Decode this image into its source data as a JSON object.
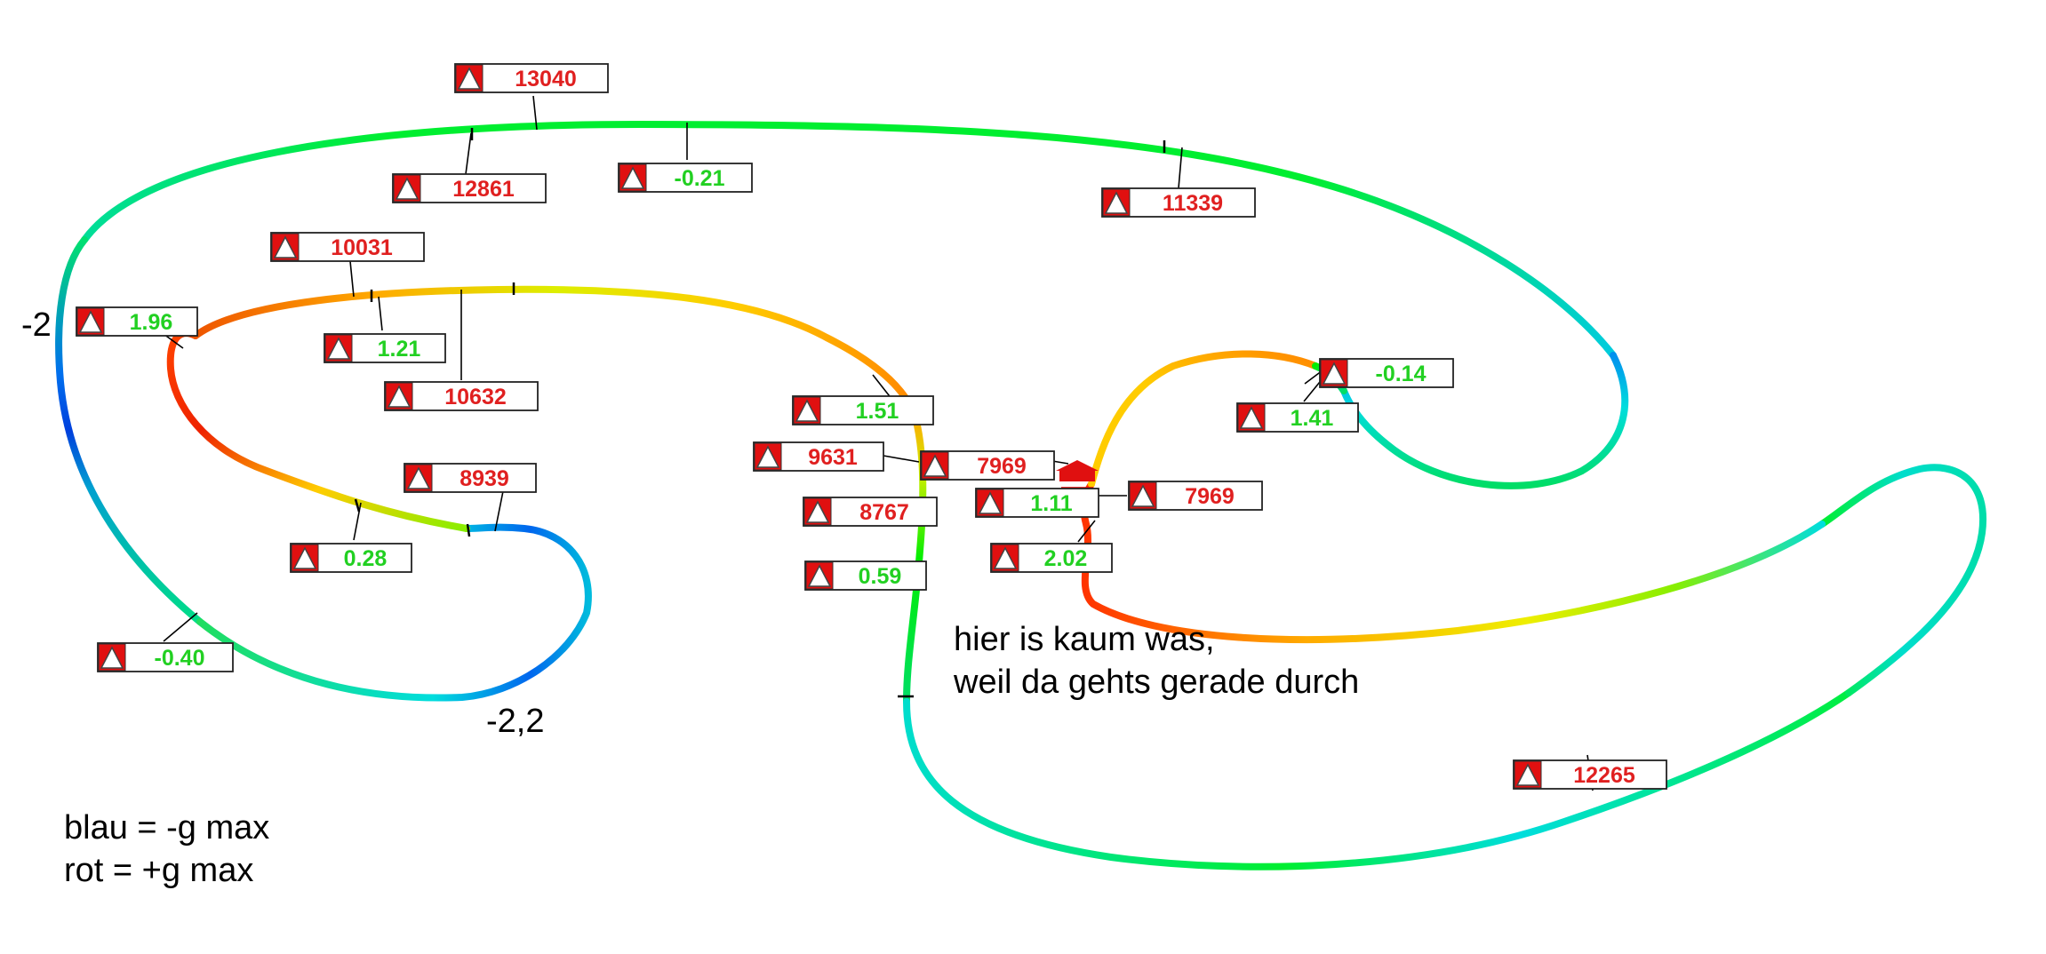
{
  "colors": {
    "red_value": "#e02020",
    "green_value": "#22d022",
    "icon_fill": "#e01010",
    "label_border": "#222222",
    "leader_line": "#000000"
  },
  "icon": "warning-triangle-icon",
  "segments": [
    {
      "id": "s01",
      "color": "#00dd33"
    },
    {
      "id": "s02",
      "color": "#0033dd"
    },
    {
      "id": "s03",
      "color": "#00ee00"
    },
    {
      "id": "s04",
      "color": "#ffa000"
    },
    {
      "id": "s05",
      "color": "#ee4000"
    },
    {
      "id": "s06",
      "color": "#aaee00"
    },
    {
      "id": "s07",
      "color": "#00dddd"
    },
    {
      "id": "s08",
      "color": "#00e020"
    },
    {
      "id": "s09",
      "color": "#e03000"
    },
    {
      "id": "s10",
      "color": "#00ee30"
    },
    {
      "id": "s11",
      "color": "#00dddd"
    },
    {
      "id": "s12",
      "color": "#00dd40"
    },
    {
      "id": "s13",
      "color": "#ff3000"
    },
    {
      "id": "s14",
      "color": "#20dd70"
    },
    {
      "id": "s15",
      "color": "#00e040"
    }
  ],
  "labels": [
    {
      "id": "l01",
      "value": "13040",
      "sign": "red"
    },
    {
      "id": "l02",
      "value": "12861",
      "sign": "red"
    },
    {
      "id": "l03",
      "value": "-0.21",
      "sign": "green"
    },
    {
      "id": "l04",
      "value": "11339",
      "sign": "red"
    },
    {
      "id": "l05",
      "value": "10031",
      "sign": "red"
    },
    {
      "id": "l06",
      "value": "1.96",
      "sign": "green"
    },
    {
      "id": "l07",
      "value": "1.21",
      "sign": "green"
    },
    {
      "id": "l08",
      "value": "10632",
      "sign": "red"
    },
    {
      "id": "l09",
      "value": "-0.14",
      "sign": "green"
    },
    {
      "id": "l10",
      "value": "1.41",
      "sign": "green"
    },
    {
      "id": "l11",
      "value": "1.51",
      "sign": "green"
    },
    {
      "id": "l12",
      "value": "9631",
      "sign": "red"
    },
    {
      "id": "l13",
      "value": "7969",
      "sign": "red"
    },
    {
      "id": "l14",
      "value": "8939",
      "sign": "red"
    },
    {
      "id": "l15",
      "value": "8767",
      "sign": "red"
    },
    {
      "id": "l16",
      "value": "1.11",
      "sign": "green"
    },
    {
      "id": "l17",
      "value": "7969",
      "sign": "red"
    },
    {
      "id": "l18",
      "value": "0.28",
      "sign": "green"
    },
    {
      "id": "l19",
      "value": "0.59",
      "sign": "green"
    },
    {
      "id": "l20",
      "value": "2.02",
      "sign": "green"
    },
    {
      "id": "l21",
      "value": "-0.40",
      "sign": "green"
    },
    {
      "id": "l22",
      "value": "12265",
      "sign": "red"
    }
  ],
  "texts": {
    "minus_two": "-2",
    "minus_two_two": "-2,2",
    "comment_line1": "hier is kaum was,",
    "comment_line2": "weil da gehts gerade durch",
    "legend_line1": "blau = -g max",
    "legend_line2": "rot = +g max"
  }
}
